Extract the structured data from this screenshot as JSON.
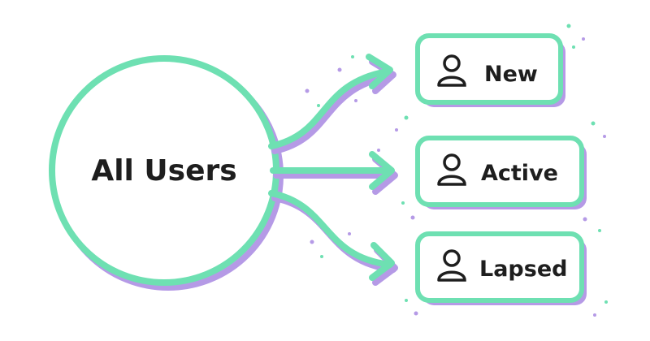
{
  "source": {
    "label": "All Users"
  },
  "segments": [
    {
      "label": "New",
      "icon": "user-icon"
    },
    {
      "label": "Active",
      "icon": "user-icon"
    },
    {
      "label": "Lapsed",
      "icon": "user-icon"
    }
  ],
  "colors": {
    "stroke": "#6ee0b2",
    "shadow": "#b59ae6",
    "text": "#1e1e1e",
    "box_fill": "#ffffff",
    "background": "#ffffff"
  }
}
